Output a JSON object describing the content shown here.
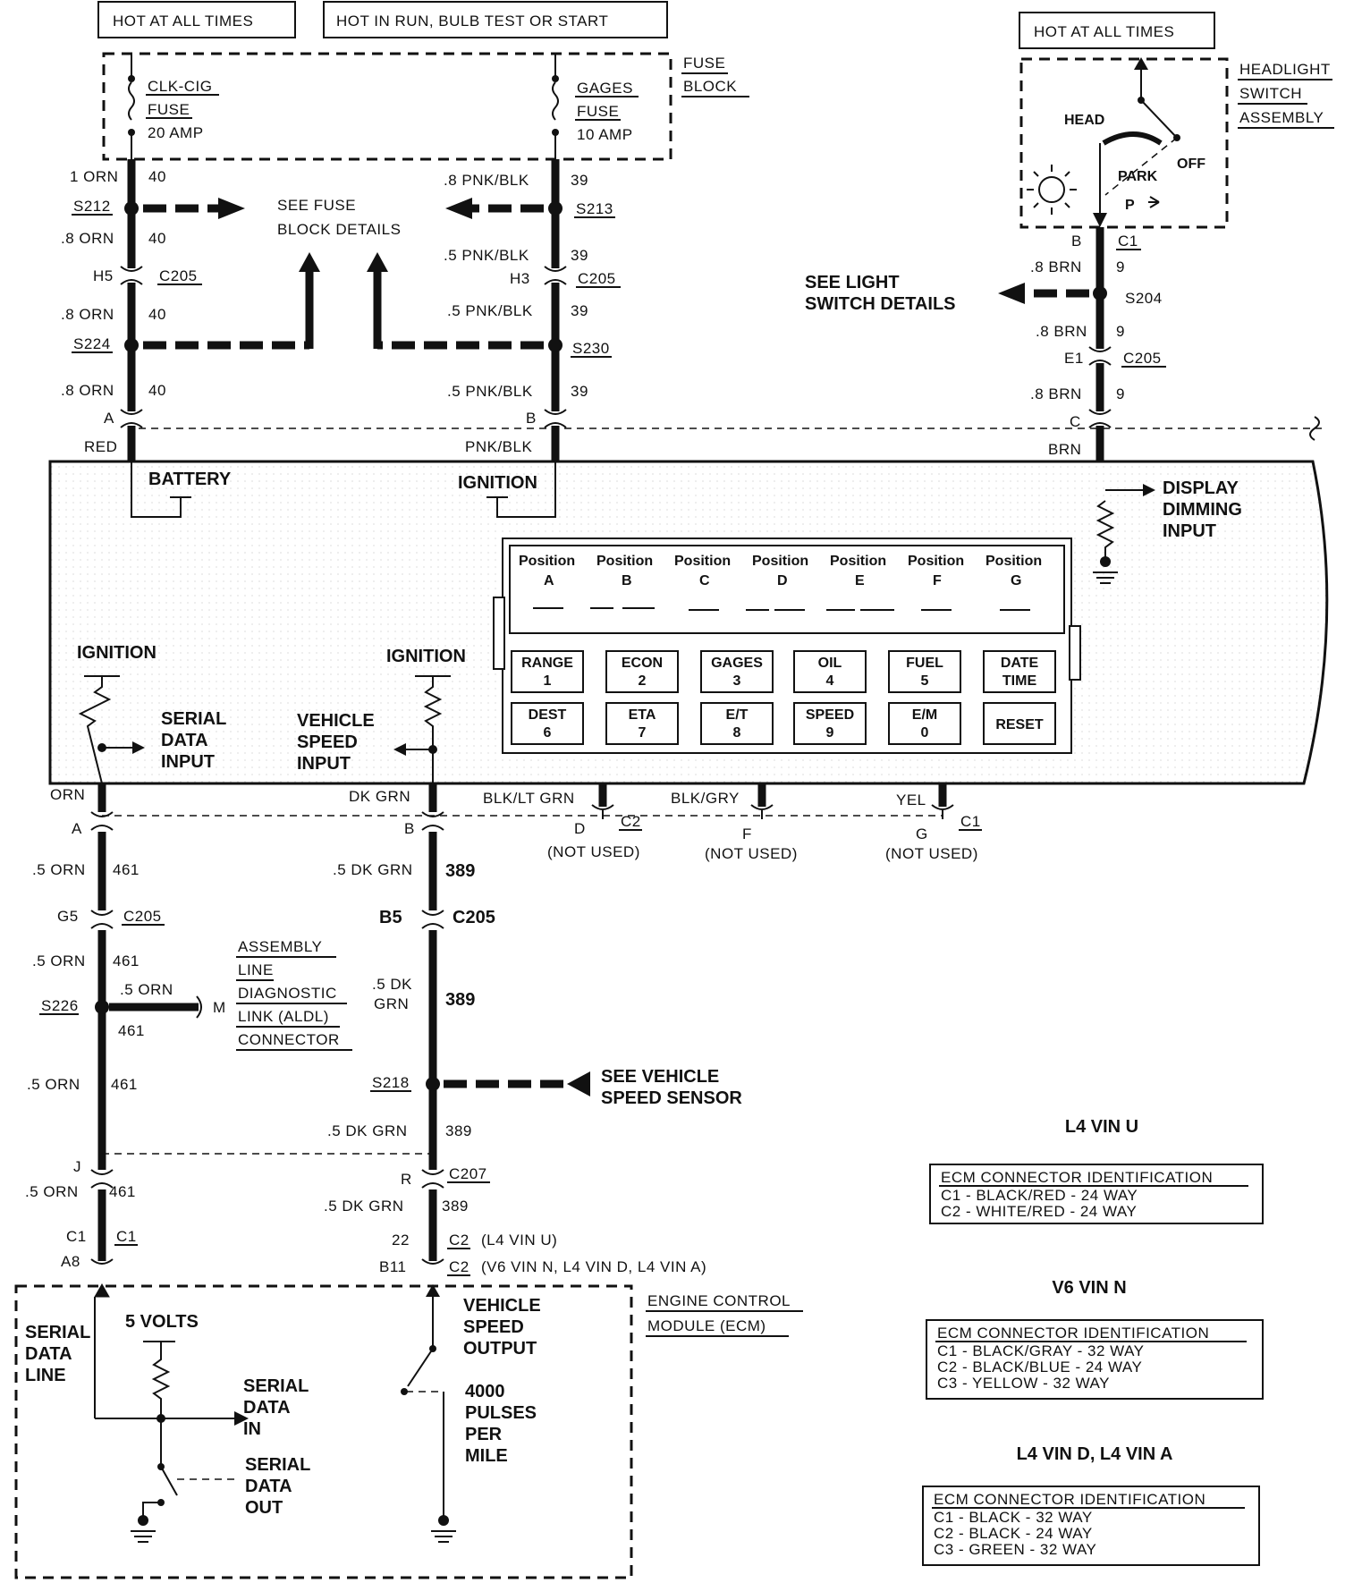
{
  "header": {
    "hot_at_all_times": "HOT AT ALL TIMES",
    "hot_in_run": "HOT IN RUN, BULB TEST OR START",
    "hot_at_all_times_right": "HOT AT ALL TIMES"
  },
  "fuse_block": {
    "label_1": "FUSE",
    "label_2": "BLOCK",
    "clk_fuse": [
      "CLK-CIG",
      "FUSE",
      "20 AMP"
    ],
    "gages_fuse": [
      "GAGES",
      "FUSE",
      "10 AMP"
    ],
    "see_fuse_details": [
      "SEE FUSE",
      "BLOCK DETAILS"
    ]
  },
  "headlight_switch": {
    "title": [
      "HEADLIGHT",
      "SWITCH",
      "ASSEMBLY"
    ],
    "head": "HEAD",
    "park": "PARK",
    "off": "OFF",
    "p": "P"
  },
  "see_light_switch": [
    "SEE LIGHT",
    "SWITCH DETAILS"
  ],
  "left_upper_wires": {
    "w1": "1 ORN",
    "c1": "40",
    "s212": "S212",
    "w2": ".8 ORN",
    "c2": "40",
    "h5": "H5",
    "c205": "C205",
    "w3": ".8 ORN",
    "c3": "40",
    "s224": "S224",
    "w4": ".8 ORN",
    "c4": "40",
    "pin": "A",
    "color": "RED"
  },
  "mid_upper_wires": {
    "w1": ".8 PNK/BLK",
    "c1": "39",
    "s213": "S213",
    "w2": ".5 PNK/BLK",
    "c2": "39",
    "h3": "H3",
    "c205": "C205",
    "w3": ".5 PNK/BLK",
    "c3": "39",
    "s230": "S230",
    "w4": ".5 PNK/BLK",
    "c4": "39",
    "pin": "B",
    "color": "PNK/BLK"
  },
  "right_upper_wires": {
    "b": "B",
    "c1": "C1",
    "w1": ".8 BRN",
    "n1": "9",
    "s204": "S204",
    "w2": ".8 BRN",
    "n2": "9",
    "e1": "E1",
    "c205": "C205",
    "w3": ".8 BRN",
    "n3": "9",
    "pin": "C",
    "color": "BRN"
  },
  "cluster": {
    "battery": "BATTERY",
    "ignition_top": "IGNITION",
    "display_dimming": [
      "DISPLAY",
      "DIMMING",
      "INPUT"
    ],
    "ignition_left": "IGNITION",
    "ignition_mid": "IGNITION",
    "serial_data_input": [
      "SERIAL",
      "DATA",
      "INPUT"
    ],
    "vehicle_speed_input": [
      "VEHICLE",
      "SPEED",
      "INPUT"
    ],
    "positions": [
      {
        "label": "Position",
        "letter": "A"
      },
      {
        "label": "Position",
        "letter": "B"
      },
      {
        "label": "Position",
        "letter": "C"
      },
      {
        "label": "Position",
        "letter": "D"
      },
      {
        "label": "Position",
        "letter": "E"
      },
      {
        "label": "Position",
        "letter": "F"
      },
      {
        "label": "Position",
        "letter": "G"
      }
    ],
    "keys_row1": [
      [
        "RANGE",
        "1"
      ],
      [
        "ECON",
        "2"
      ],
      [
        "GAGES",
        "3"
      ],
      [
        "OIL",
        "4"
      ],
      [
        "FUEL",
        "5"
      ],
      [
        "DATE",
        "TIME"
      ]
    ],
    "keys_row2": [
      [
        "DEST",
        "6"
      ],
      [
        "ETA",
        "7"
      ],
      [
        "E/T",
        "8"
      ],
      [
        "SPEED",
        "9"
      ],
      [
        "E/M",
        "0"
      ],
      [
        "RESET",
        ""
      ]
    ]
  },
  "lower_conn": {
    "orn": "ORN",
    "dk_grn": "DK GRN",
    "blk_lt_grn": "BLK/LT GRN",
    "blk_gry": "BLK/GRY",
    "yel": "YEL",
    "a": "A",
    "b": "B",
    "d": "D",
    "c2": "C2",
    "nu_d": "(NOT USED)",
    "f": "F",
    "nu_f": "(NOT USED)",
    "g": "G",
    "c1": "C1",
    "nu_g": "(NOT USED)"
  },
  "left_lower_wires": {
    "w1": ".5 ORN",
    "c1": "461",
    "g5": "G5",
    "c205": "C205",
    "w2": ".5 ORN",
    "c2": "461",
    "s226": "S226",
    "m_w": ".5 ORN",
    "m_c": "461",
    "m": "M",
    "aldl": [
      "ASSEMBLY",
      "LINE",
      "DIAGNOSTIC",
      "LINK (ALDL)",
      "CONNECTOR"
    ],
    "w3": ".5 ORN",
    "c3": "461",
    "j": "J",
    "w4": ".5 ORN",
    "c4": "461",
    "c1_pin": "C1",
    "c1_conn": "C1",
    "a8": "A8"
  },
  "mid_lower_wires": {
    "w1": ".5 DK GRN",
    "c1": "389",
    "b5": "B5",
    "c205": "C205",
    "w2a": ".5 DK",
    "w2b": "GRN",
    "c2": "389",
    "s218": "S218",
    "see_vss": [
      "SEE VEHICLE",
      "SPEED SENSOR"
    ],
    "w3": ".5 DK GRN",
    "c3": "389",
    "r": "R",
    "c207": "C207",
    "w4": ".5 DK GRN",
    "c4": "389",
    "p22": "22",
    "c2_l4u": "C2",
    "l4u": "(L4 VIN U)",
    "b11": "B11",
    "c2_v6": "C2",
    "v6": "(V6 VIN N, L4 VIN D, L4 VIN A)"
  },
  "ecm": {
    "title": [
      "ENGINE CONTROL",
      "MODULE (ECM)"
    ],
    "serial_data_line": [
      "SERIAL",
      "DATA",
      "LINE"
    ],
    "five_volts": "5 VOLTS",
    "serial_data_in": [
      "SERIAL",
      "DATA",
      "IN"
    ],
    "serial_data_out": [
      "SERIAL",
      "DATA",
      "OUT"
    ],
    "vehicle_speed_output": [
      "VEHICLE",
      "SPEED",
      "OUTPUT"
    ],
    "pulses": [
      "4000",
      "PULSES",
      "PER",
      "MILE"
    ]
  },
  "ecm_ids": [
    {
      "heading": "L4 VIN U",
      "title": "ECM CONNECTOR IDENTIFICATION",
      "lines": [
        "C1 - BLACK/RED - 24 WAY",
        "C2 - WHITE/RED - 24 WAY"
      ]
    },
    {
      "heading": "V6 VIN N",
      "title": "ECM CONNECTOR IDENTIFICATION",
      "lines": [
        "C1 - BLACK/GRAY - 32 WAY",
        "C2 - BLACK/BLUE - 24 WAY",
        "C3 - YELLOW - 32 WAY"
      ]
    },
    {
      "heading": "L4 VIN D, L4 VIN A",
      "title": "ECM CONNECTOR IDENTIFICATION",
      "lines": [
        "C1 - BLACK - 32 WAY",
        "C2 - BLACK - 24 WAY",
        "C3 - GREEN - 32 WAY"
      ]
    }
  ]
}
